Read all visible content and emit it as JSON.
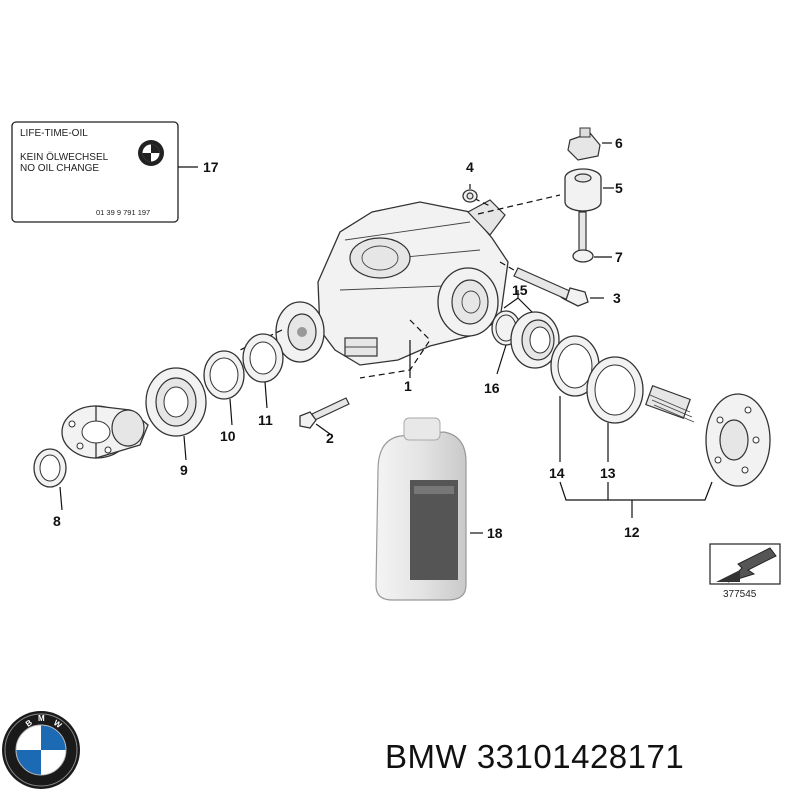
{
  "label_box": {
    "line1": "LIFE-TIME-OIL",
    "line2": "KEIN ÖLWECHSEL",
    "line3": "NO OIL CHANGE",
    "code": "01 39 9 791 197"
  },
  "callouts": [
    "1",
    "2",
    "3",
    "4",
    "5",
    "6",
    "7",
    "8",
    "9",
    "10",
    "11",
    "12",
    "13",
    "14",
    "15",
    "16",
    "17",
    "18"
  ],
  "diagram_id": "377545",
  "footer": {
    "brand": "BMW",
    "part_number": "33101428171"
  },
  "icons": [
    "bmw-roundel-icon",
    "direction-arrow-icon"
  ]
}
